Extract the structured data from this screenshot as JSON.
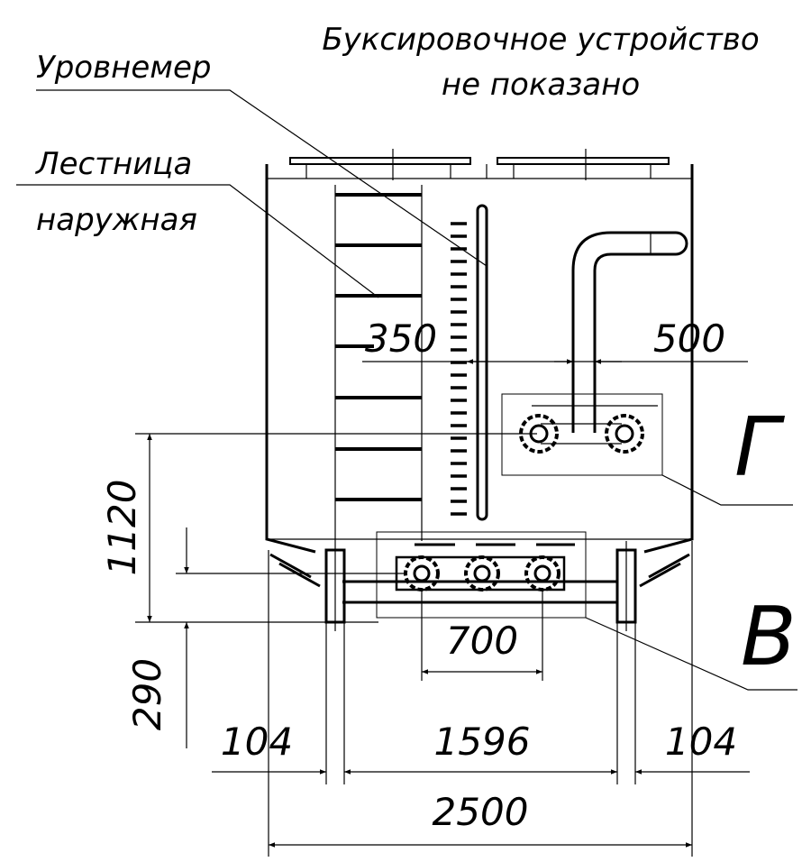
{
  "notes": {
    "towing": [
      "Буксировочное устройство",
      "не показано"
    ],
    "level_gauge": "Уровнемер",
    "ladder": [
      "Лестница",
      "наружная"
    ]
  },
  "view_labels": {
    "g": "Г",
    "v": "В"
  },
  "dimensions": {
    "d350": "350",
    "d500": "500",
    "d1120": "1120",
    "d700": "700",
    "d290": "290",
    "d104_left": "104",
    "d1596": "1596",
    "d104_right": "104",
    "d2500": "2500"
  }
}
